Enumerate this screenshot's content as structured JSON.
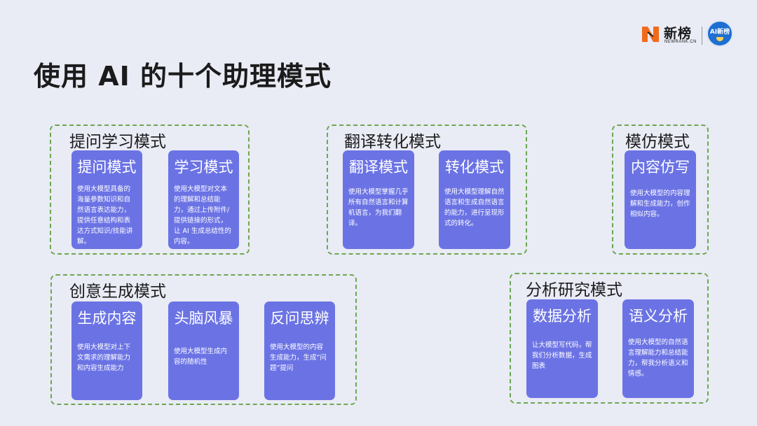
{
  "title": "使用 AI 的十个助理模式",
  "brand": {
    "name": "新榜",
    "sub": "NEWRANK.CN",
    "badge": "AI新榜",
    "accent": "#f26a1b"
  },
  "colors": {
    "card": "#6b73e4",
    "group_border": "#6aa84f",
    "background": "#e9ebf5"
  },
  "groups": [
    {
      "label": "提问学习模式",
      "cards": [
        {
          "title": "提问模式",
          "desc": "使用大模型具备的海量参数知识和自然语言表达能力，提供任意结构和表达方式知识/技能讲解。"
        },
        {
          "title": "学习模式",
          "desc": "使用大模型对文本的理解和总结能力，通过上传附件/提供链接的形式，让 AI 生成总结性的内容。"
        }
      ]
    },
    {
      "label": "翻译转化模式",
      "cards": [
        {
          "title": "翻译模式",
          "desc": "使用大模型掌握几乎所有自然语言和计算机语言，为我们翻译。"
        },
        {
          "title": "转化模式",
          "desc": "使用大模型理解自然语言和生成自然语言的能力，进行呈现形式的转化。"
        }
      ]
    },
    {
      "label": "模仿模式",
      "cards": [
        {
          "title": "内容仿写",
          "desc": "使用大模型的内容理解和生成能力，创作相似内容。"
        }
      ]
    },
    {
      "label": "创意生成模式",
      "cards": [
        {
          "title": "生成内容",
          "desc": "使用大模型对上下文需求的理解能力和内容生成能力"
        },
        {
          "title": "头脑风暴",
          "desc": "使用大模型生成内容的随机性"
        },
        {
          "title": "反问思辨",
          "desc": "使用大模型的内容生成能力，生成“问题”提问"
        }
      ]
    },
    {
      "label": "分析研究模式",
      "cards": [
        {
          "title": "数据分析",
          "desc": "让大模型写代码，帮我们分析数据，生成图表"
        },
        {
          "title": "语义分析",
          "desc": "使用大模型的自然语言理解能力和总结能力，帮我分析语义和情感。"
        }
      ]
    }
  ]
}
